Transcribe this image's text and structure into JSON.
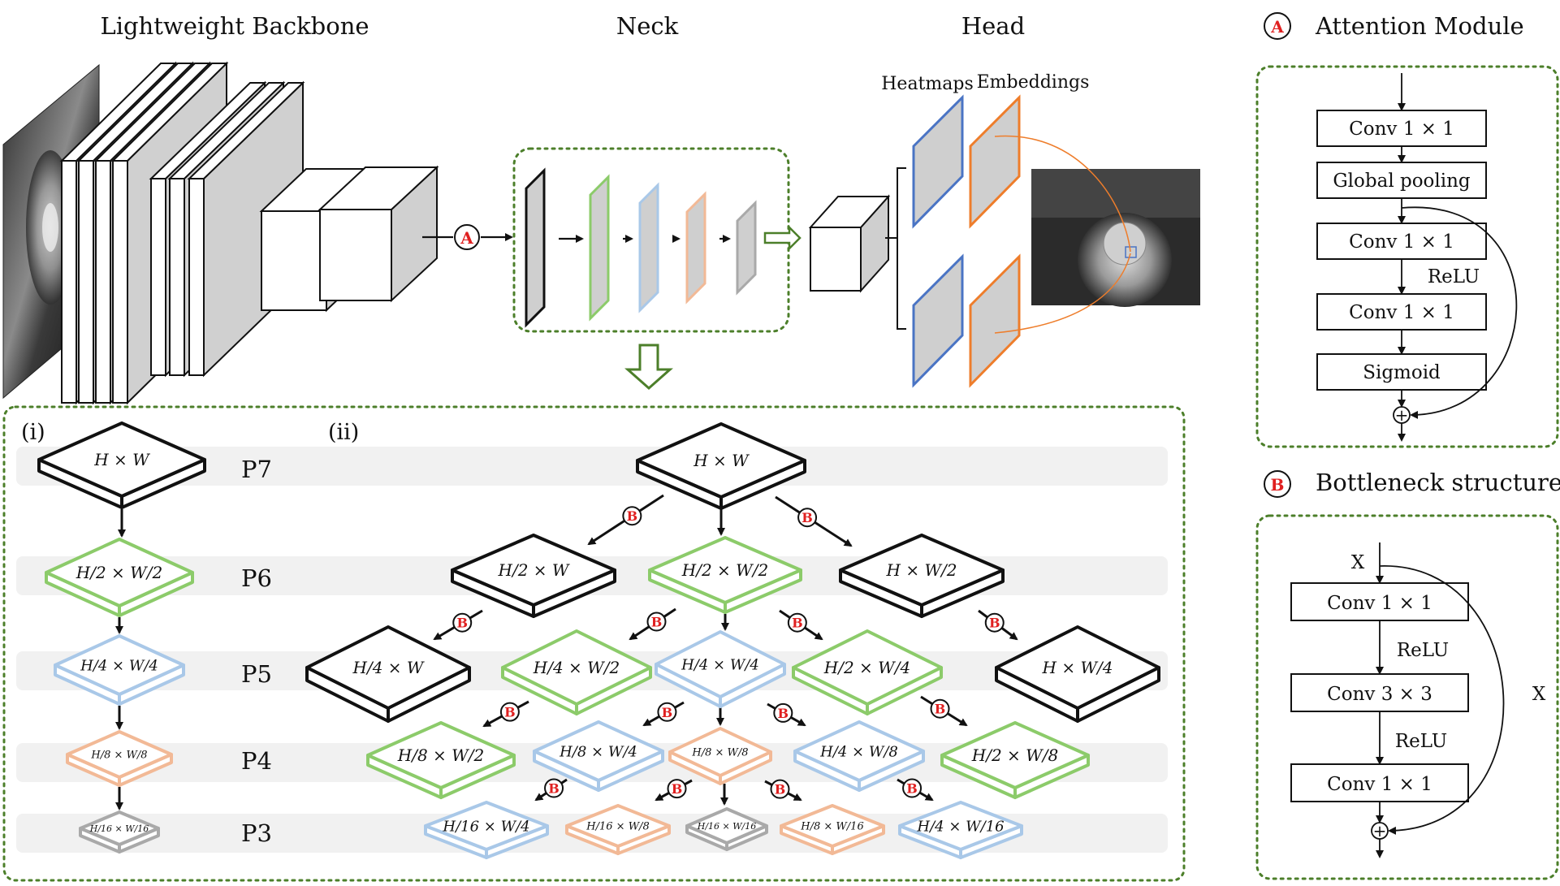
{
  "titles": {
    "backbone": "Lightweight Backbone",
    "neck": "Neck",
    "head": "Head",
    "attention": "Attention Module",
    "bottleneck": "Bottleneck structure"
  },
  "head_labels": {
    "heatmaps": "Heatmaps",
    "embeddings": "Embeddings"
  },
  "badges": {
    "a": "A",
    "b": "B"
  },
  "panels": {
    "i": "(i)",
    "ii": "(ii)"
  },
  "levels": [
    "P7",
    "P6",
    "P5",
    "P4",
    "P3"
  ],
  "left_column": [
    "H × W",
    "H/2 × W/2",
    "H/4 × W/4",
    "H/8 × W/8",
    "H/16 × W/16"
  ],
  "grid": {
    "p7": [
      "H × W"
    ],
    "p6": [
      "H/2 × W",
      "H/2 × W/2",
      "H × W/2"
    ],
    "p5": [
      "H/4 × W",
      "H/4 × W/2",
      "H/4 × W/4",
      "H/2 × W/4",
      "H × W/4"
    ],
    "p4": [
      "H/8 × W/2",
      "H/8 × W/4",
      "H/8 × W/8",
      "H/4 × W/8",
      "H/2 × W/8"
    ],
    "p3": [
      "H/16 × W/4",
      "H/16 × W/8",
      "H/16 × W/16",
      "H/8 × W/16",
      "H/4 × W/16"
    ]
  },
  "attention_module": {
    "blocks": [
      "Conv 1 × 1",
      "Global pooling",
      "Conv 1 × 1",
      "Conv 1 × 1",
      "Sigmoid"
    ],
    "relu": "ReLU",
    "plus": "+"
  },
  "bottleneck_module": {
    "blocks": [
      "Conv 1 × 1",
      "Conv 3 × 3",
      "Conv 1 × 1"
    ],
    "input": "X",
    "skip": "X",
    "relu1": "ReLU",
    "relu2": "ReLU",
    "plus": "+"
  },
  "colors": {
    "green_dash": "#4c7f2a",
    "green": "#8ccb6a",
    "blue": "#a9c8e8",
    "orange": "#f2b996",
    "gray": "#a9a9a9",
    "black": "#111111",
    "badge_red": "#e02020",
    "heat_blue": "#4a74c4",
    "emb_orange": "#ee7d2b",
    "band": "#f1f1f1"
  }
}
